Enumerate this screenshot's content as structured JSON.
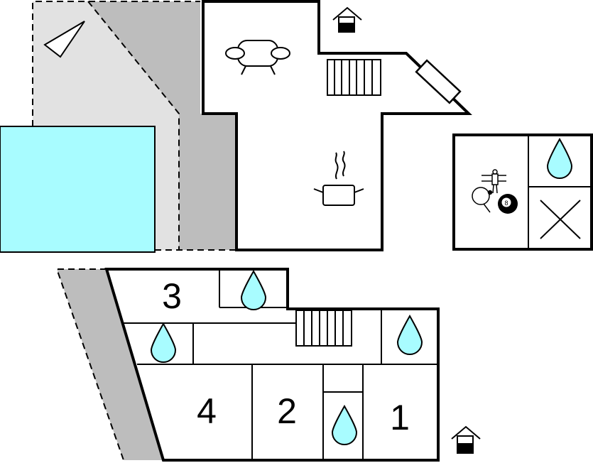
{
  "rooms": {
    "bedroom_1": "1",
    "bedroom_2": "2",
    "bedroom_3": "3",
    "bedroom_4": "4"
  },
  "colors": {
    "pool": "#a8fcff",
    "terrace": "#e2e2e2",
    "shade": "#bdbdbd",
    "water_drop": "#a8fcff",
    "wall": "#000000"
  },
  "icons": [
    "entrance-icon",
    "sofa-icon",
    "stairs-icon",
    "kitchen-icon",
    "bathroom-drop-icon",
    "table-football-icon",
    "table-tennis-icon",
    "billiard-ball-icon",
    "storage-x-icon",
    "terrace-triangle-icon"
  ]
}
